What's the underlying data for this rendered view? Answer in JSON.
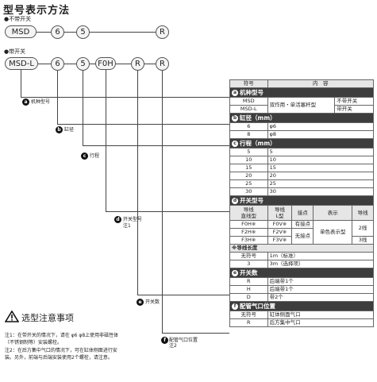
{
  "title": "型号表示方法",
  "ex1": {
    "caption": "●不带开关",
    "parts": [
      "MSD",
      "6",
      "5",
      "R"
    ]
  },
  "ex2": {
    "caption": "●带开关",
    "parts": [
      "MSD-L",
      "6",
      "5",
      "F0H",
      "R",
      "R"
    ]
  },
  "labels": {
    "a": {
      "badge": "a",
      "text": "机种型号"
    },
    "b": {
      "badge": "b",
      "text": "缸径"
    },
    "c": {
      "badge": "c",
      "text": "行程"
    },
    "d": {
      "badge": "d",
      "text": "开关型号",
      "sub": "注1"
    },
    "e": {
      "badge": "e",
      "text": "开关数"
    },
    "f": {
      "badge": "f",
      "text": "配管气口位置",
      "sub": "注2"
    }
  },
  "caution": {
    "title": "选型注意事项",
    "note1": "注1：在带开关的情况下，请在 φ6 φ8上使用非磁性体（不锈钢制等）安装螺栓。",
    "note2": "注2：在后方集中气口的情况下，可在缸体侧面进行安装。另外，前端与后端安装使用2个螺栓，请注意。"
  },
  "table": {
    "header": {
      "code": "符号",
      "content": "内　容"
    },
    "model": {
      "title": "机种型号",
      "badge": "a",
      "rows": [
        {
          "code": "MSD",
          "desc": "双作用・单活塞杆型",
          "opt": "不带开关"
        },
        {
          "code": "MSD-L",
          "opt": "带开关"
        }
      ]
    },
    "bore": {
      "title": "缸径（mm）",
      "badge": "b",
      "rows": [
        {
          "code": "6",
          "val": "φ6"
        },
        {
          "code": "8",
          "val": "φ8"
        }
      ]
    },
    "stroke": {
      "title": "行程（mm）",
      "badge": "c",
      "rows": [
        {
          "code": "5",
          "val": "5"
        },
        {
          "code": "10",
          "val": "10"
        },
        {
          "code": "15",
          "val": "15"
        },
        {
          "code": "20",
          "val": "20"
        },
        {
          "code": "25",
          "val": "25"
        },
        {
          "code": "30",
          "val": "30"
        }
      ]
    },
    "switch": {
      "title": "开关型号",
      "badge": "d",
      "hdr": {
        "straight": "导线\n直线型",
        "lshape": "导线\nL型",
        "contact": "接点",
        "display": "表示",
        "wire": "导线"
      },
      "rows": [
        {
          "s": "F0H※",
          "l": "F0V※",
          "contact": "有接点",
          "display": "单色表示型",
          "wire": "2线"
        },
        {
          "s": "F2H※",
          "l": "F2V※",
          "contact": "无接点",
          "wire": ""
        },
        {
          "s": "F3H※",
          "l": "F3V※",
          "wire": "3线"
        }
      ],
      "leadTitle": "※导线长度",
      "lead": [
        {
          "code": "无符号",
          "val": "1m（标准）"
        },
        {
          "code": "3",
          "val": "3m（选择项）"
        }
      ]
    },
    "count": {
      "title": "开关数",
      "badge": "e",
      "rows": [
        {
          "code": "R",
          "val": "后端带1个"
        },
        {
          "code": "H",
          "val": "后端带1个"
        },
        {
          "code": "D",
          "val": "带2个"
        }
      ]
    },
    "port": {
      "title": "配管气口位置",
      "badge": "f",
      "rows": [
        {
          "code": "无符号",
          "val": "缸体侧面气口"
        },
        {
          "code": "R",
          "val": "后方集中气口"
        }
      ]
    }
  }
}
